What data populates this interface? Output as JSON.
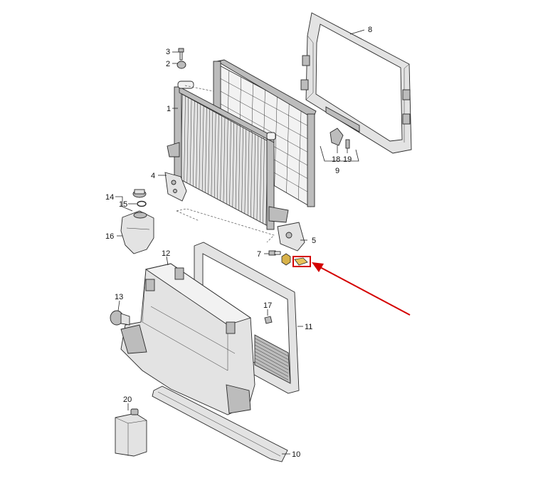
{
  "labels": {
    "l1": "1",
    "l2": "2",
    "l3": "3",
    "l4": "4",
    "l5": "5",
    "l7": "7",
    "l8": "8",
    "l9": "9",
    "l10": "10",
    "l11": "11",
    "l12": "12",
    "l13": "13",
    "l14": "14",
    "l15": "15",
    "l16": "16",
    "l17": "17",
    "l18": "18",
    "l19": "19",
    "l20": "20"
  },
  "colors": {
    "highlight": "#d40000",
    "line": "#222222",
    "part": "#e3e3e3"
  }
}
